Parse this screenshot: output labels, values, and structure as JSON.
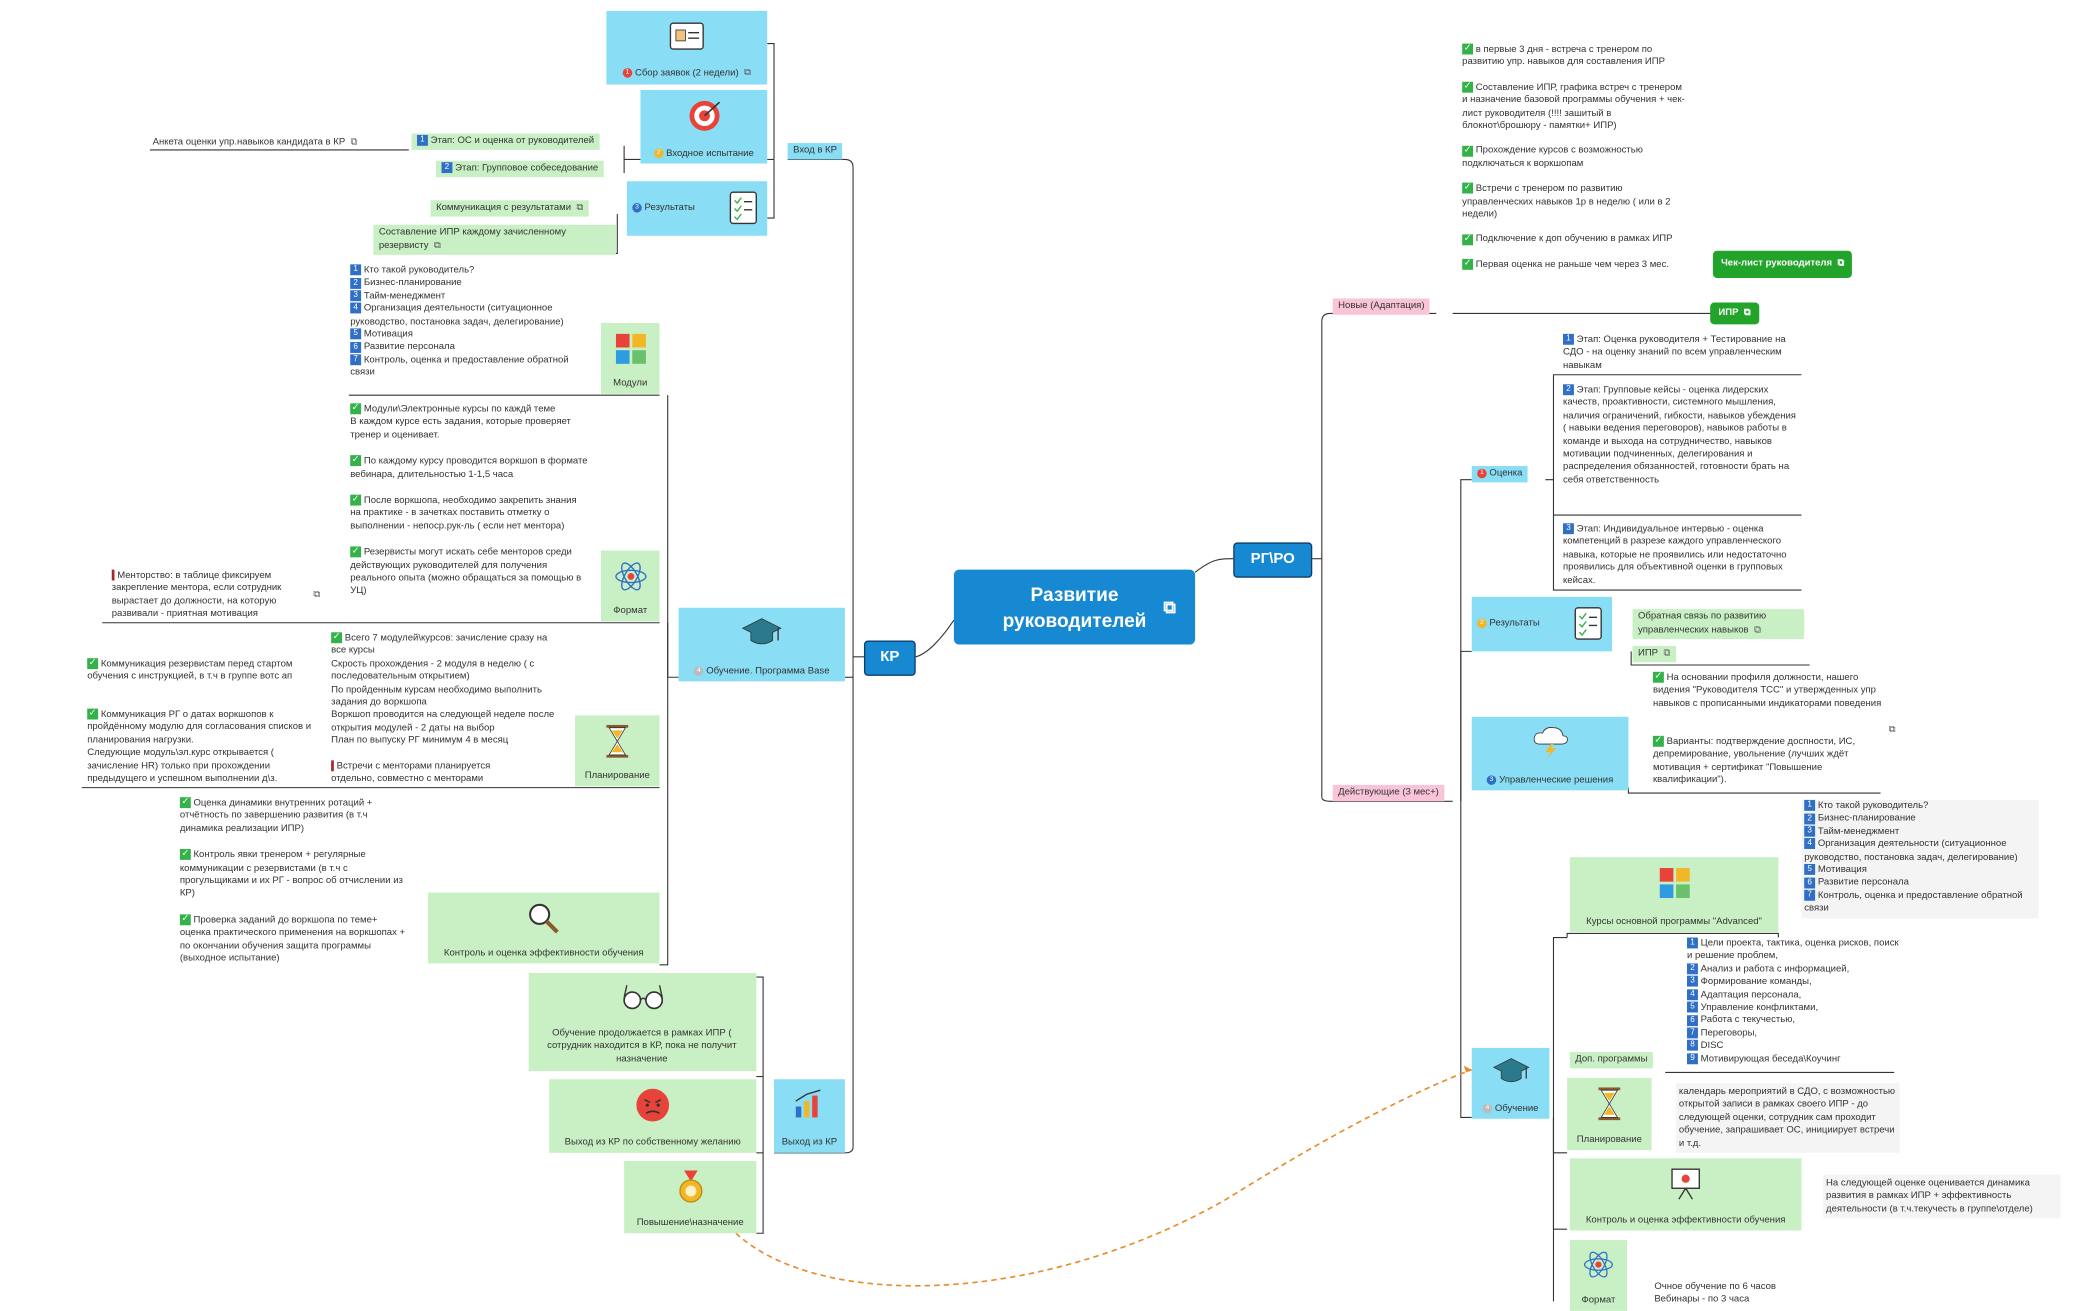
{
  "colors": {
    "central": "#1788d2",
    "blue_box": "#89ddf5",
    "green_box": "#c9f0c4",
    "pink_tag": "#f9c4d8",
    "check": "#34b24a",
    "dashed": "#e88b2a"
  },
  "central": {
    "title": "Развитие руководителей"
  },
  "left": {
    "hub": "КР",
    "entry": {
      "label": "Вход в КР",
      "collect": "Сбор заявок (2 недели)",
      "test": "Входное испытание",
      "stage1": "Этап: ОС и оценка от руководителей",
      "stage1_note": "Анкета оценки упр.навыков кандидата в КР",
      "stage2": "Этап: Групповое собеседование",
      "results": "Результаты",
      "results_comm": "Коммуникация с результатами",
      "results_ipr": "Составление ИПР каждому зачисленному резервисту"
    },
    "base": {
      "label": "Обучение. Программа Base",
      "modules_label": "Модули",
      "modules": [
        "Кто такой руководитель?",
        "Бизнес-планирование",
        "Тайм-менеджмент",
        "Организация деятельности (ситуационное руководство, постановка задач, делегирование)",
        "Мотивация",
        "Развитие персонала",
        "Контроль, оценка и предоставление обратной связи"
      ],
      "format_label": "Формат",
      "format_items": [
        "Модули\\Электронные курсы по каждй теме\nВ каждом курсе есть задания, которые проверяет тренер и оценивает.",
        "По каждому курсу проводится воркшоп в формате вебинара, длительностью 1-1,5 часа",
        "После воркшопа, необходимо закрепить знания на практике - в зачетках поставить отметку о выполнении  - непоср.рук-ль ( если нет ментора)",
        "Резервисты могут искать себе менторов среди действующих руководителей для получения реального опыта (можно обращаться за помощью в УЦ)"
      ],
      "format_note": "Менторство: в таблице фиксируем закрепление ментора, если сотрудник вырастает до должности, на которую развивали - приятная мотивация",
      "planning_label": "Планирование",
      "planning_main": "Всего 7 модулей\\курсов: зачисление сразу на все курсы\nСкрость прохождения - 2 модуля в неделю ( с последовательным открытием)\nПо пройденным курсам необходимо выполнить задания до воркшопа\nВоркшоп проводится на следующей неделе после открытия модулей - 2 даты на выбор\nПлан по выпуску РГ минимум 4 в месяц",
      "planning_mentor": "Встречи с менторами планируется отдельно, совместно с менторами",
      "planning_left1": "Коммуникация резервистам перед стартом обучения с инструкцией, в т.ч в группе вотс ап",
      "planning_left2": "Коммуникация РГ о датах воркшопов к пройдённому модулю для согласования списков и планирования нагрузки.\nСледующие модуль\\эл.курс открывается ( зачисление HR) только при прохождении предыдущего и успешном выполнении д\\з.",
      "control_label": "Контроль и оценка эффективности обучения",
      "control_items": [
        "Оценка динамики внутренних ротаций + отчётность по завершению развития (в т.ч динамика реализации ИПР)",
        "Контроль явки тренером + регулярные коммуникации с резервистами (в т.ч с прогульщиками и их РГ - вопрос об отчислении из КР)",
        "Проверка заданий до воркшопа по теме+ оценка практического применения на воркшопах + по окончании обучения защита программы (выходное испытание)"
      ]
    },
    "exit": {
      "label": "Выход из КР",
      "continue": "Обучение продолжается в рамках ИПР ( сотрудник находится в КР, пока не получит назначение",
      "own": "Выход из КР по собственному желанию",
      "promo": "Повышение\\назначение"
    }
  },
  "right": {
    "hub": "РГ\\РО",
    "new": {
      "label": "Новые (Адаптация)",
      "items": [
        "в первые 3 дня - встреча с тренером по развитию упр. навыков для составления ИПР",
        "Составление ИПР, графика встреч с тренером и назначение базовой программы обучения + чек-лист руководителя (!!!! зашитый в блокнот\\брошюру - памятки+ ИПР)",
        "Прохождение курсов с возможностью подключаться к воркшопам",
        "Встречи с тренером по развитию управленческих навыков 1р в неделю ( или в 2 недели)",
        "Подключение к доп обучению в рамках ИПР",
        "Первая оценка не раньше чем через 3 мес."
      ],
      "checklist_btn": "Чек-лист руководителя",
      "ipr_btn": "ИПР"
    },
    "current": {
      "label": "Действующие (3 мес+)",
      "assessment": "Оценка",
      "stages": [
        "Этап: Оценка руководителя + Тестирование на СДО - на оценку знаний по всем управленческим навыкам",
        "Этап: Групповые кейсы  - оценка лидерских качеств, проактивности, системного мышления, наличия ограничений, гибкости, навыков убеждения ( навыки ведения переговоров), навыков работы в команде и выхода на сотрудничество, навыков мотивации подчиненных, делегирования и распределения обязанностей, готовности брать на себя ответственность",
        "Этап: Индивидуальное интервью - оценка компетенций в разрезе каждого управленческого навыка, которые не проявились или недостаточно проявились для объективной оценки в групповых кейсах."
      ],
      "results": "Результаты",
      "feedback": "Обратная связь по развитию управленческих навыков",
      "ipr": "ИПР",
      "decisions": "Управленческие решения",
      "decision1": "На основании профиля должности, нашего видения \"Руководителя ТСС\"  и утвержденных упр навыков с прописанными индикаторами поведения",
      "decision2": "Варианты: подтверждение доспности, ИС, депремирование, увольнение (лучших ждёт мотивация + сертификат \"Повышение квалификации\").",
      "training": "Обучение",
      "advanced_label": "Курсы основной программы \"Advanced\"",
      "advanced": [
        "Кто такой руководитель?",
        "Бизнес-планирование",
        "Тайм-менеджмент",
        "Организация деятельности (ситуационное руководство, постановка задач, делегирование)",
        "Мотивация",
        "Развитие персонала",
        "Контроль, оценка и предоставление обратной связи"
      ],
      "extra_label": "Доп. программы",
      "extra": [
        "Цели проекта, тактика, оценка рисков, поиск и решение проблем,",
        "Анализ и работа с информацией,",
        "Формирование команды,",
        "Адаптация персонала,",
        "Управление конфликтами,",
        "Работа с текучестью,",
        "Переговоры,",
        "DISC",
        "Мотивирующая беседа\\Коучинг"
      ],
      "planning_label": "Планирование",
      "planning_text": "календарь мероприятий в СДО, с возможностью открытой записи в рамках своего ИПР - до следующей оценки, сотрудник сам проходит обучение, запрашивает ОС, инициирует встречи и т.д.",
      "control_label": "Контроль и оценка эффективности обучения",
      "control_text": "На следующей оценке оценивается динамика развития в рамках ИПР + эффективность деятельности (в т.ч.текучесть в группе\\отделе)",
      "format_label": "Формат",
      "format_text": "Очное обучение по 6 часов\nВебинары - по 3 часа"
    }
  }
}
